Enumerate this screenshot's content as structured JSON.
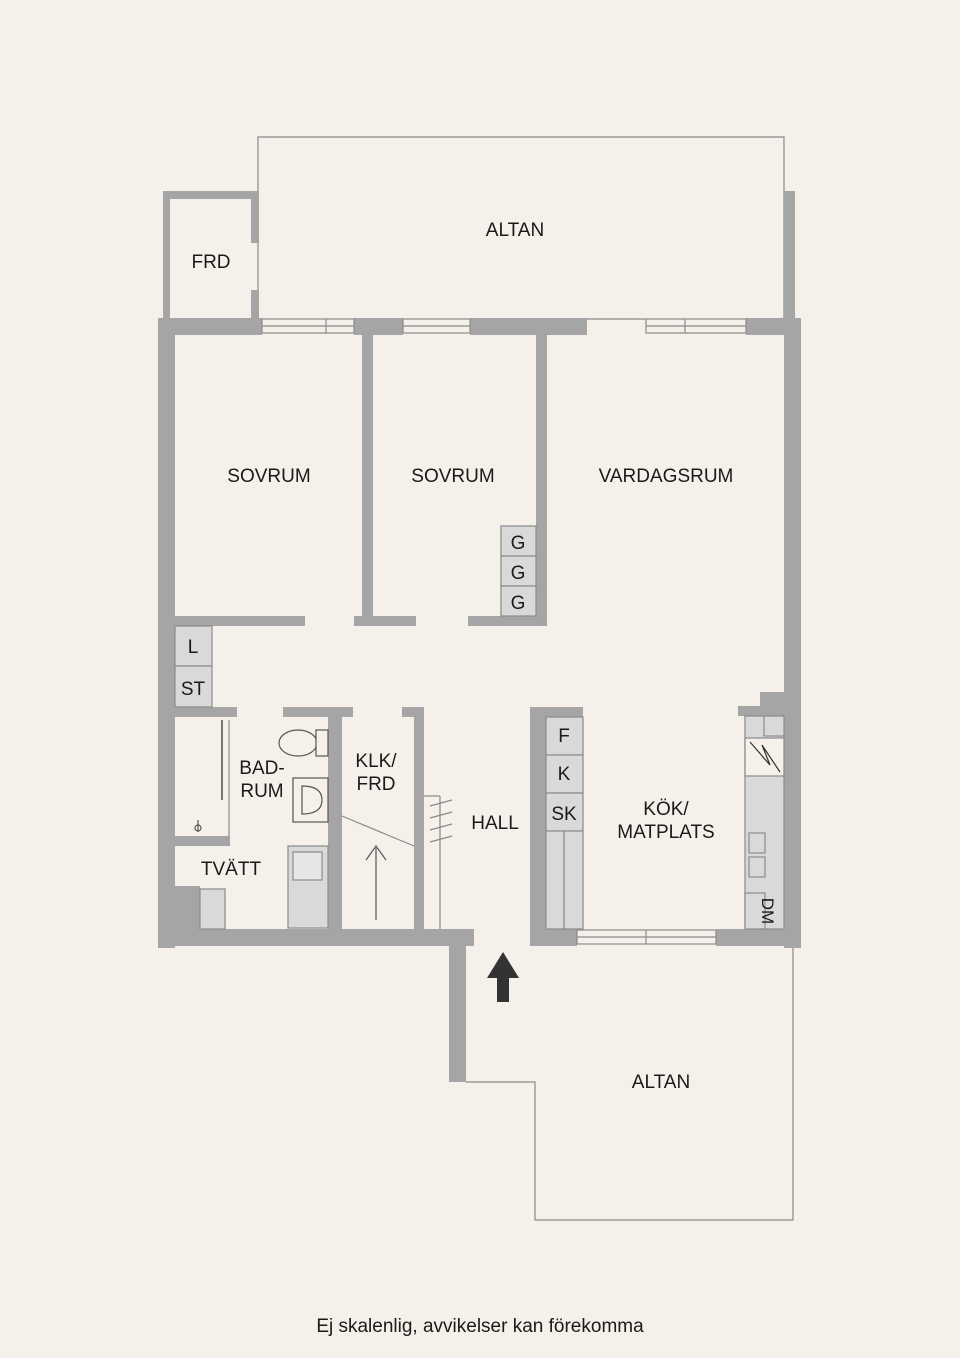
{
  "rooms": {
    "frd": "FRD",
    "altan_top": "ALTAN",
    "sovrum_1": "SOVRUM",
    "sovrum_2": "SOVRUM",
    "vardagsrum": "VARDAGSRUM",
    "badrum_1": "BAD-",
    "badrum_2": "RUM",
    "klk_1": "KLK/",
    "klk_2": "FRD",
    "hall": "HALL",
    "kok_1": "KÖK/",
    "kok_2": "MATPLATS",
    "tvatt": "TVÄTT",
    "altan_bottom": "ALTAN"
  },
  "fixtures": {
    "g1": "G",
    "g2": "G",
    "g3": "G",
    "l": "L",
    "st": "ST",
    "f": "F",
    "k": "K",
    "sk": "SK",
    "dm": "DM"
  },
  "footer": {
    "disclaimer": "Ej skalenlig, avvikelser kan förekomma"
  },
  "icons": {
    "entrance": "arrow-up-icon"
  }
}
